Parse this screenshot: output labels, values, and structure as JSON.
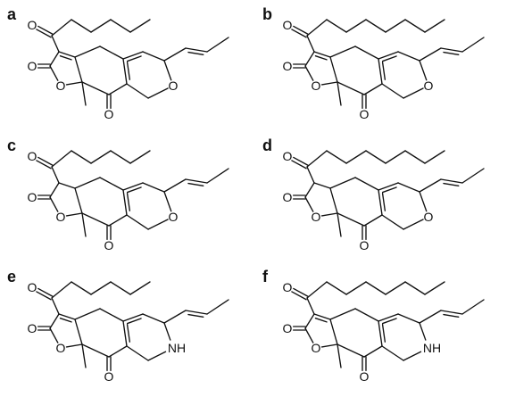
{
  "figure": {
    "panels": [
      {
        "label": "a",
        "chain": "pentyl",
        "ring_junction": "unsaturated",
        "heteroatom": "O",
        "heteroatom_label": "O"
      },
      {
        "label": "b",
        "chain": "heptyl",
        "ring_junction": "unsaturated",
        "heteroatom": "O",
        "heteroatom_label": "O"
      },
      {
        "label": "c",
        "chain": "pentyl",
        "ring_junction": "saturated",
        "heteroatom": "O",
        "heteroatom_label": "O"
      },
      {
        "label": "d",
        "chain": "heptyl",
        "ring_junction": "saturated",
        "heteroatom": "O",
        "heteroatom_label": "O"
      },
      {
        "label": "e",
        "chain": "pentyl",
        "ring_junction": "unsaturated",
        "heteroatom": "NH",
        "heteroatom_label": "NH"
      },
      {
        "label": "f",
        "chain": "heptyl",
        "ring_junction": "unsaturated",
        "heteroatom": "NH",
        "heteroatom_label": "NH"
      }
    ],
    "atom_labels": {
      "ketone_oxygen": "O",
      "lactone_carbonyl_oxygen": "O",
      "ring_oxygen": "O",
      "ring_ketone_oxygen": "O"
    }
  }
}
